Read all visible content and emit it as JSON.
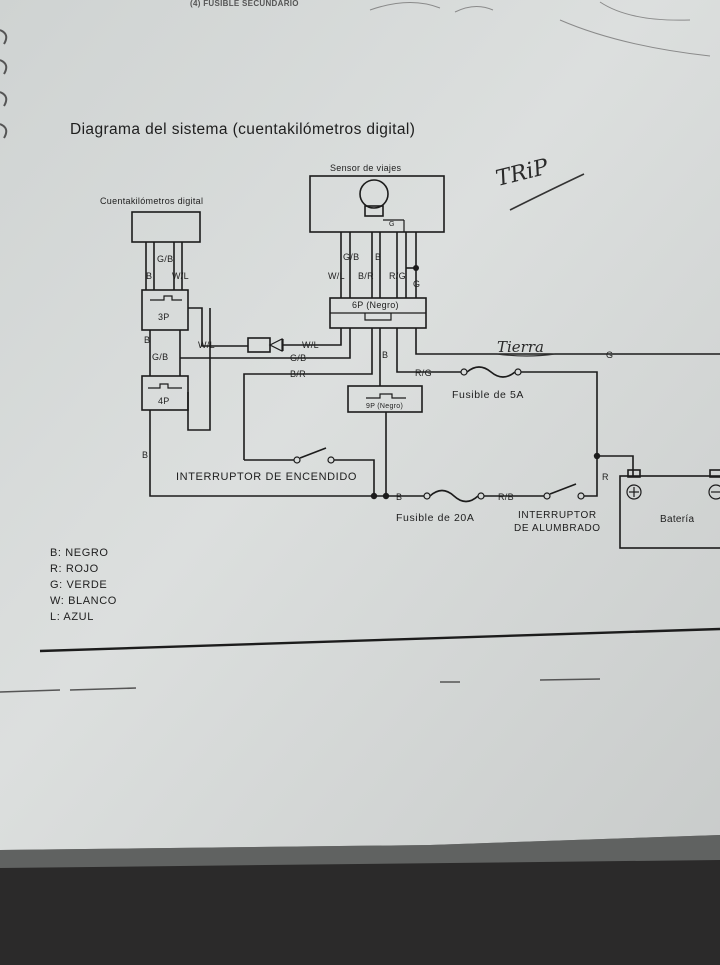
{
  "header": {
    "top_section_title": "(4) FUSIBLE SECUNDARIO",
    "title": "Diagrama del sistema (cuentakilómetros digital)"
  },
  "components": {
    "trip_sensor": "Sensor de viajes",
    "digital_meter": "Cuentakilómetros digital",
    "connector_6p": "6P (Negro)",
    "connector_3p": "3P",
    "connector_4p": "4P",
    "connector_9p": "9P (Negro)",
    "ignition_switch": "INTERRUPTOR DE ENCENDIDO",
    "fuse_5a": "Fusible de 5A",
    "fuse_20a": "Fusible de 20A",
    "light_switch_line1": "INTERRUPTOR",
    "light_switch_line2": "DE ALUMBRADO",
    "battery": "Batería"
  },
  "wire_labels": {
    "gb": "G/B",
    "wl": "W/L",
    "b": "B",
    "br": "B/R",
    "rg": "R/G",
    "g": "G"
  },
  "handwritten": {
    "trip_note": "TRiP",
    "ground_note": "Tierra"
  },
  "legend": [
    "B: NEGRO",
    "R: ROJO",
    "G: VERDE",
    "W: BLANCO",
    "L: AZUL"
  ]
}
